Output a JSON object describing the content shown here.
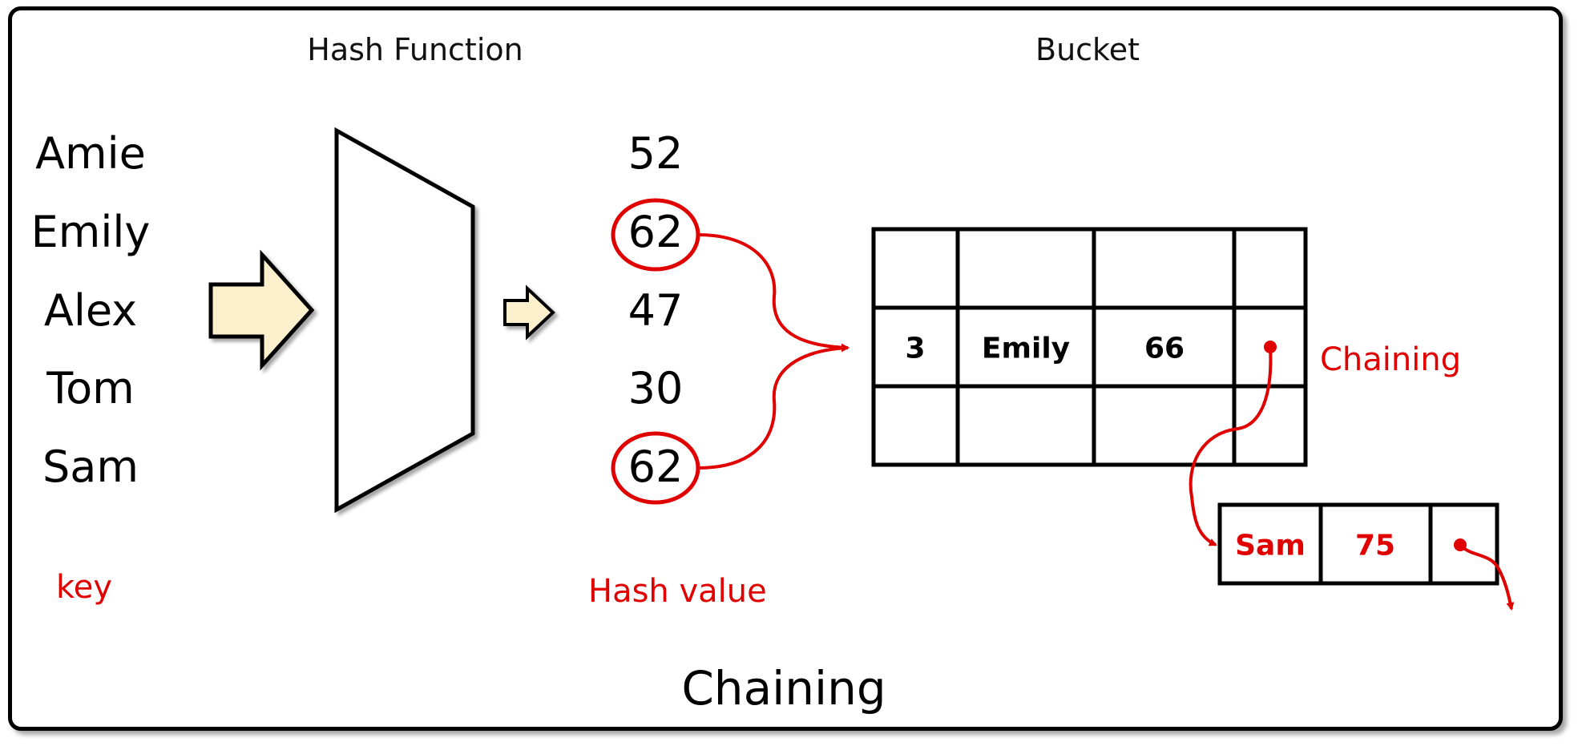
{
  "headers": {
    "hash_function": "Hash Function",
    "bucket": "Bucket"
  },
  "keys": [
    "Amie",
    "Emily",
    "Alex",
    "Tom",
    "Sam"
  ],
  "hash_values": [
    "52",
    "62",
    "47",
    "30",
    "62"
  ],
  "labels": {
    "key": "key",
    "hash_value": "Hash value",
    "chaining": "Chaining"
  },
  "bucket_row": {
    "index": "3",
    "name": "Emily",
    "score": "66"
  },
  "chain_node": {
    "name": "Sam",
    "score": "75"
  },
  "title": "Chaining",
  "colors": {
    "highlight": "#e00000",
    "arrow_fill": "#fdf0cc",
    "stroke": "#000000"
  }
}
